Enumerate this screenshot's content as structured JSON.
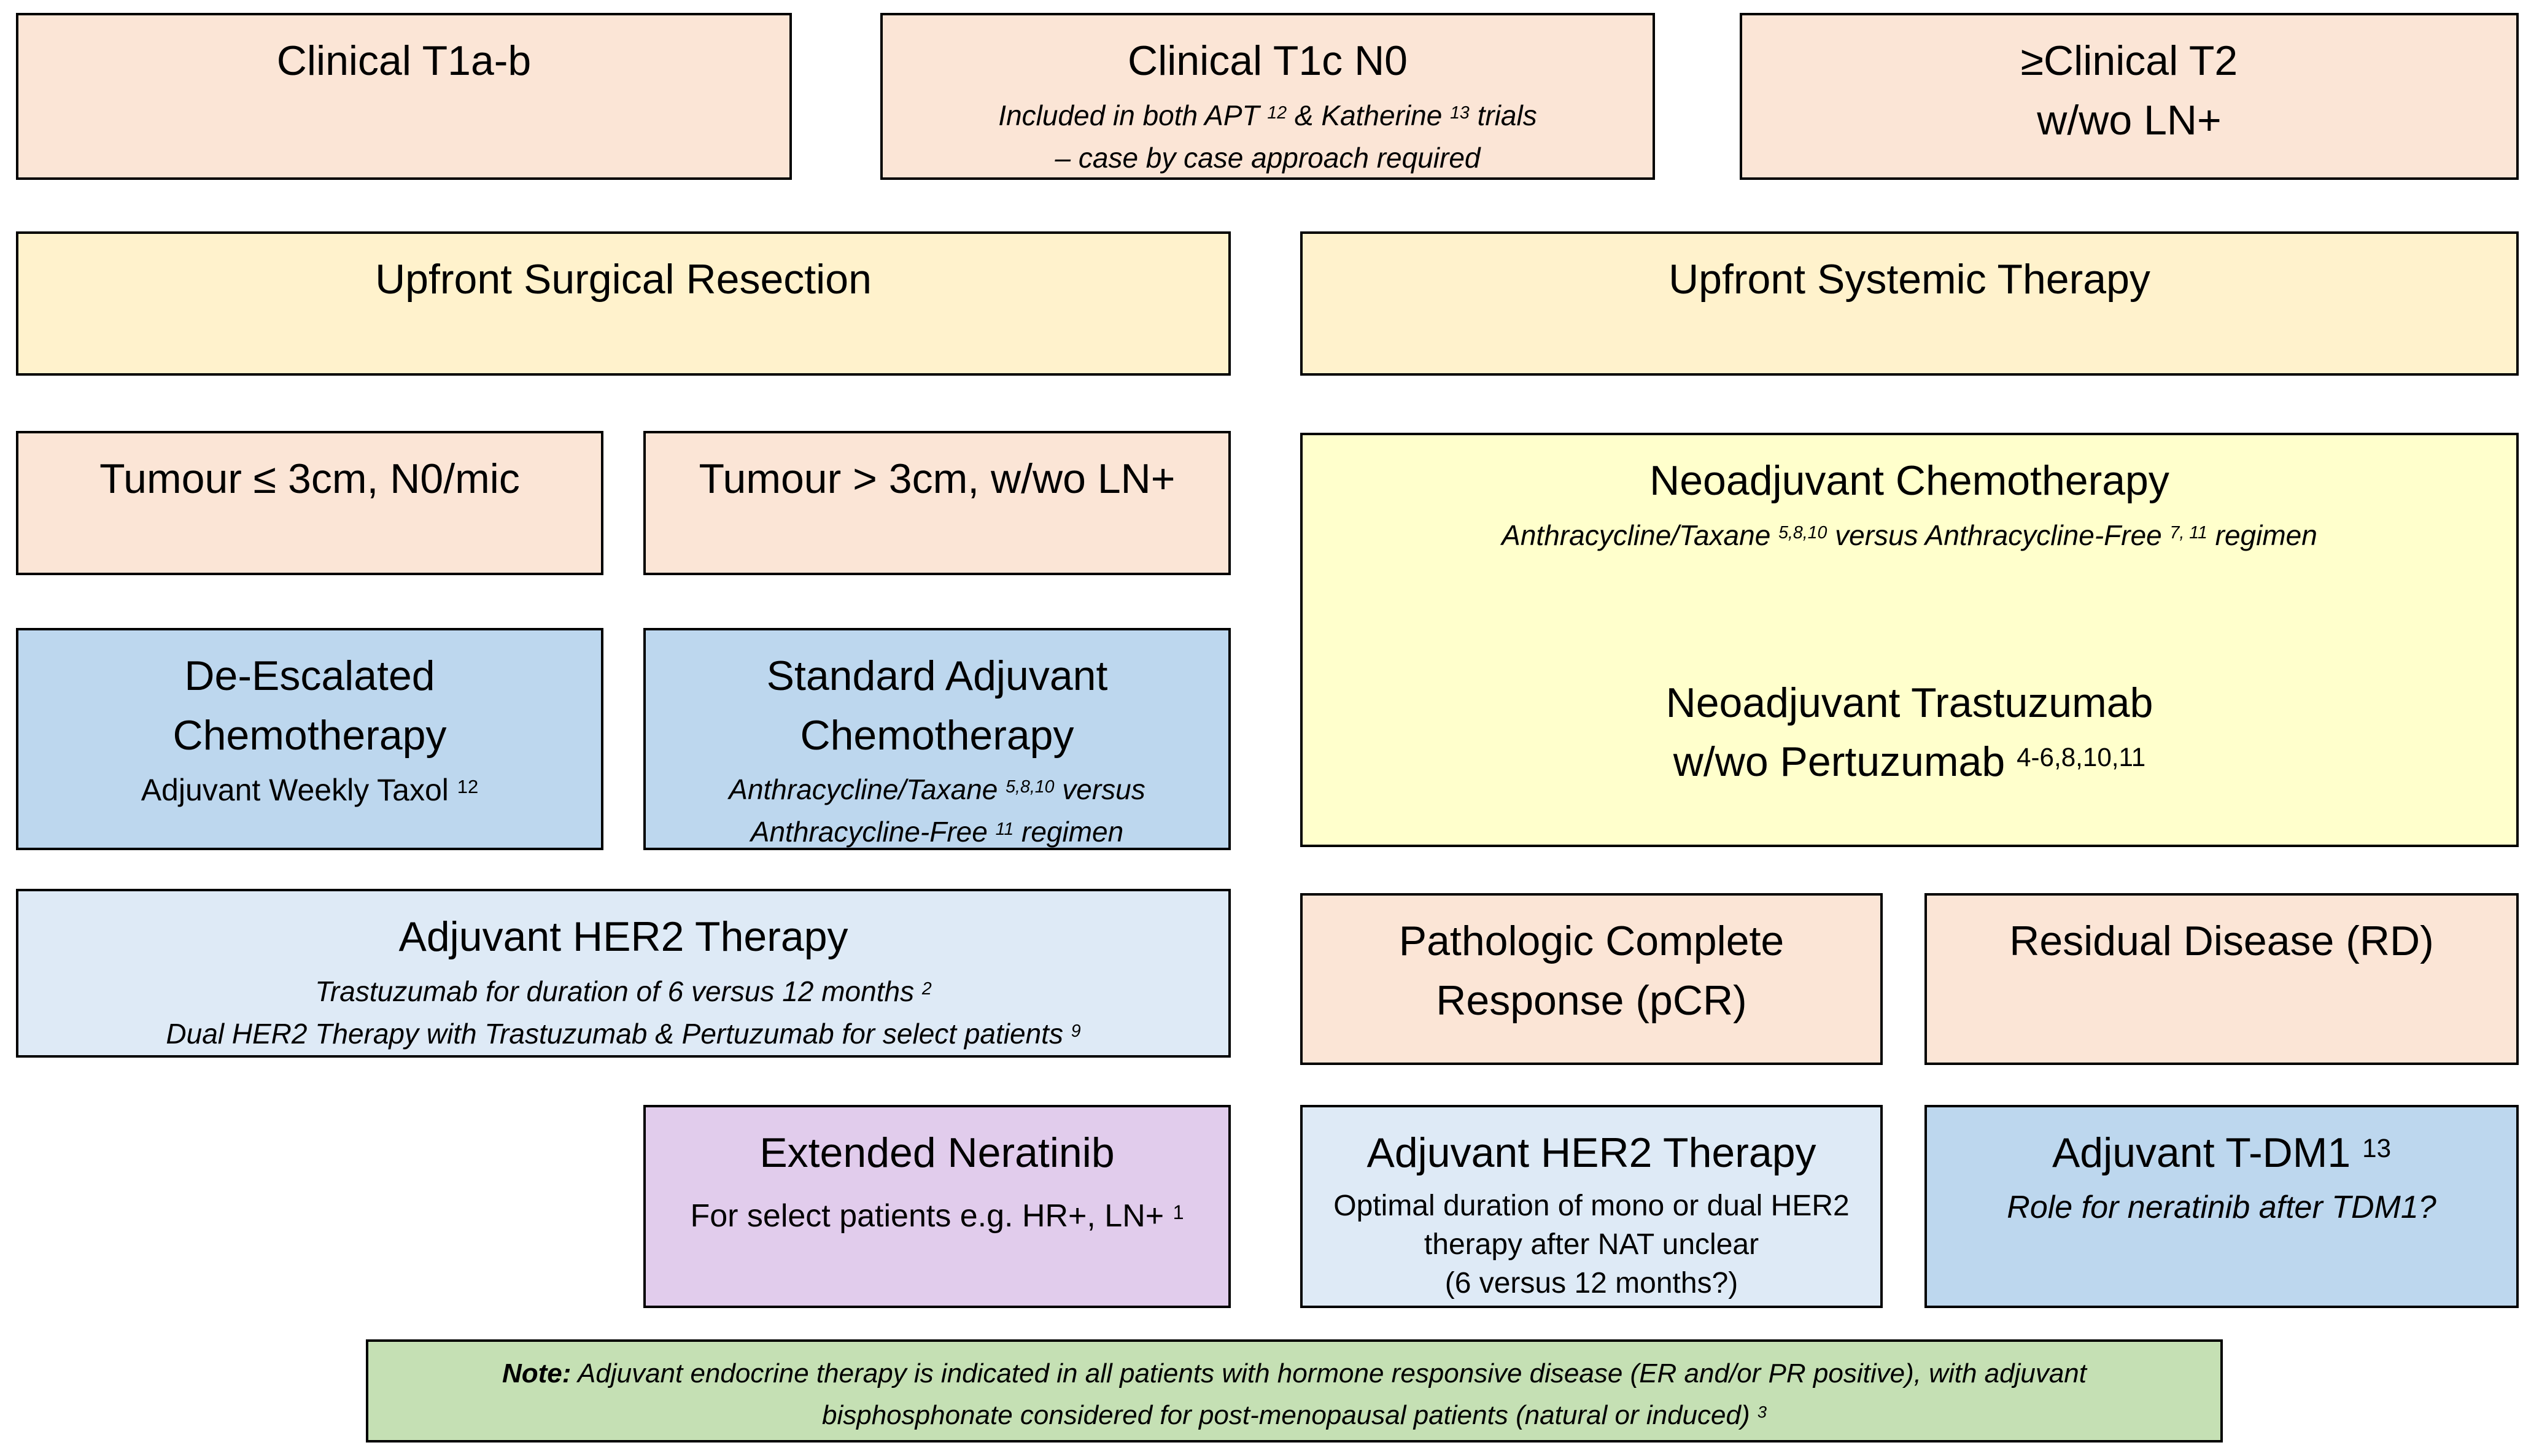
{
  "colors": {
    "peach": "#FBE5D6",
    "cream": "#FFF2CC",
    "yellow": "#FFFFCC",
    "blue": "#BDD7EE",
    "lightblue": "#DEEAF6",
    "purple": "#E1CCEC",
    "green": "#C5E0B4"
  },
  "boxes": {
    "t1ab": {
      "title": "Clinical T1a-b"
    },
    "t1c": {
      "title": "Clinical T1c N0",
      "note_l1_a": "Included in both APT ",
      "note_l1_sup1": "12",
      "note_l1_b": " & Katherine ",
      "note_l1_sup2": "13",
      "note_l1_c": " trials",
      "note_l2": "– case by case approach required"
    },
    "t2": {
      "title_l1": "≥Clinical T2",
      "title_l2": "w/wo LN+"
    },
    "surgical": {
      "title": "Upfront Surgical Resection"
    },
    "systemic": {
      "title": "Upfront Systemic Therapy"
    },
    "tumour_small": {
      "title": "Tumour ≤ 3cm, N0/mic"
    },
    "tumour_large": {
      "title": "Tumour > 3cm, w/wo LN+"
    },
    "neoadjuvant": {
      "title": "Neoadjuvant Chemotherapy",
      "sub_a": "Anthracycline/Taxane ",
      "sub_sup1": "5,8,10",
      "sub_b": " versus Anthracycline-Free ",
      "sub_sup2": "7, 11",
      "sub_c": " regimen",
      "title2_l1": "Neoadjuvant Trastuzumab",
      "title2_l2": "w/wo Pertuzumab ",
      "title2_sup": "4-6,8,10,11"
    },
    "deescalated": {
      "title_l1": "De-Escalated",
      "title_l2": "Chemotherapy",
      "sub_a": "Adjuvant Weekly Taxol ",
      "sub_sup": "12"
    },
    "standard": {
      "title_l1": "Standard Adjuvant",
      "title_l2": "Chemotherapy",
      "sub_l1_a": "Anthracycline/Taxane ",
      "sub_l1_sup": "5,8,10",
      "sub_l1_b": " versus",
      "sub_l2_a": "Anthracycline-Free ",
      "sub_l2_sup": "11",
      "sub_l2_b": " regimen"
    },
    "adj_her2": {
      "title": "Adjuvant HER2 Therapy",
      "sub_l1_a": "Trastuzumab for duration of 6 versus 12 months ",
      "sub_l1_sup": "2",
      "sub_l2_a": "Dual HER2 Therapy with Trastuzumab & Pertuzumab for select patients ",
      "sub_l2_sup": "9"
    },
    "pcr": {
      "title_l1": "Pathologic Complete",
      "title_l2": "Response (pCR)"
    },
    "rd": {
      "title": "Residual Disease (RD)"
    },
    "neratinib": {
      "title": "Extended Neratinib",
      "sub_a": "For select patients e.g. HR+, LN+ ",
      "sub_sup": "1"
    },
    "adj_her2_nat": {
      "title": "Adjuvant HER2 Therapy",
      "sub_l1": "Optimal duration of mono or dual HER2",
      "sub_l2": "therapy after NAT unclear",
      "sub_l3": "(6 versus 12 months?)"
    },
    "tdm1": {
      "title_a": "Adjuvant T-DM1 ",
      "title_sup": "13",
      "sub": "Role for neratinib after TDM1?"
    },
    "note": {
      "label": "Note:",
      "l1": " Adjuvant endocrine therapy is indicated in all patients with hormone responsive disease (ER and/or PR positive), with adjuvant",
      "l2_a": "bisphosphonate considered for post-menopausal patients (natural or induced) ",
      "l2_sup": "3"
    }
  }
}
